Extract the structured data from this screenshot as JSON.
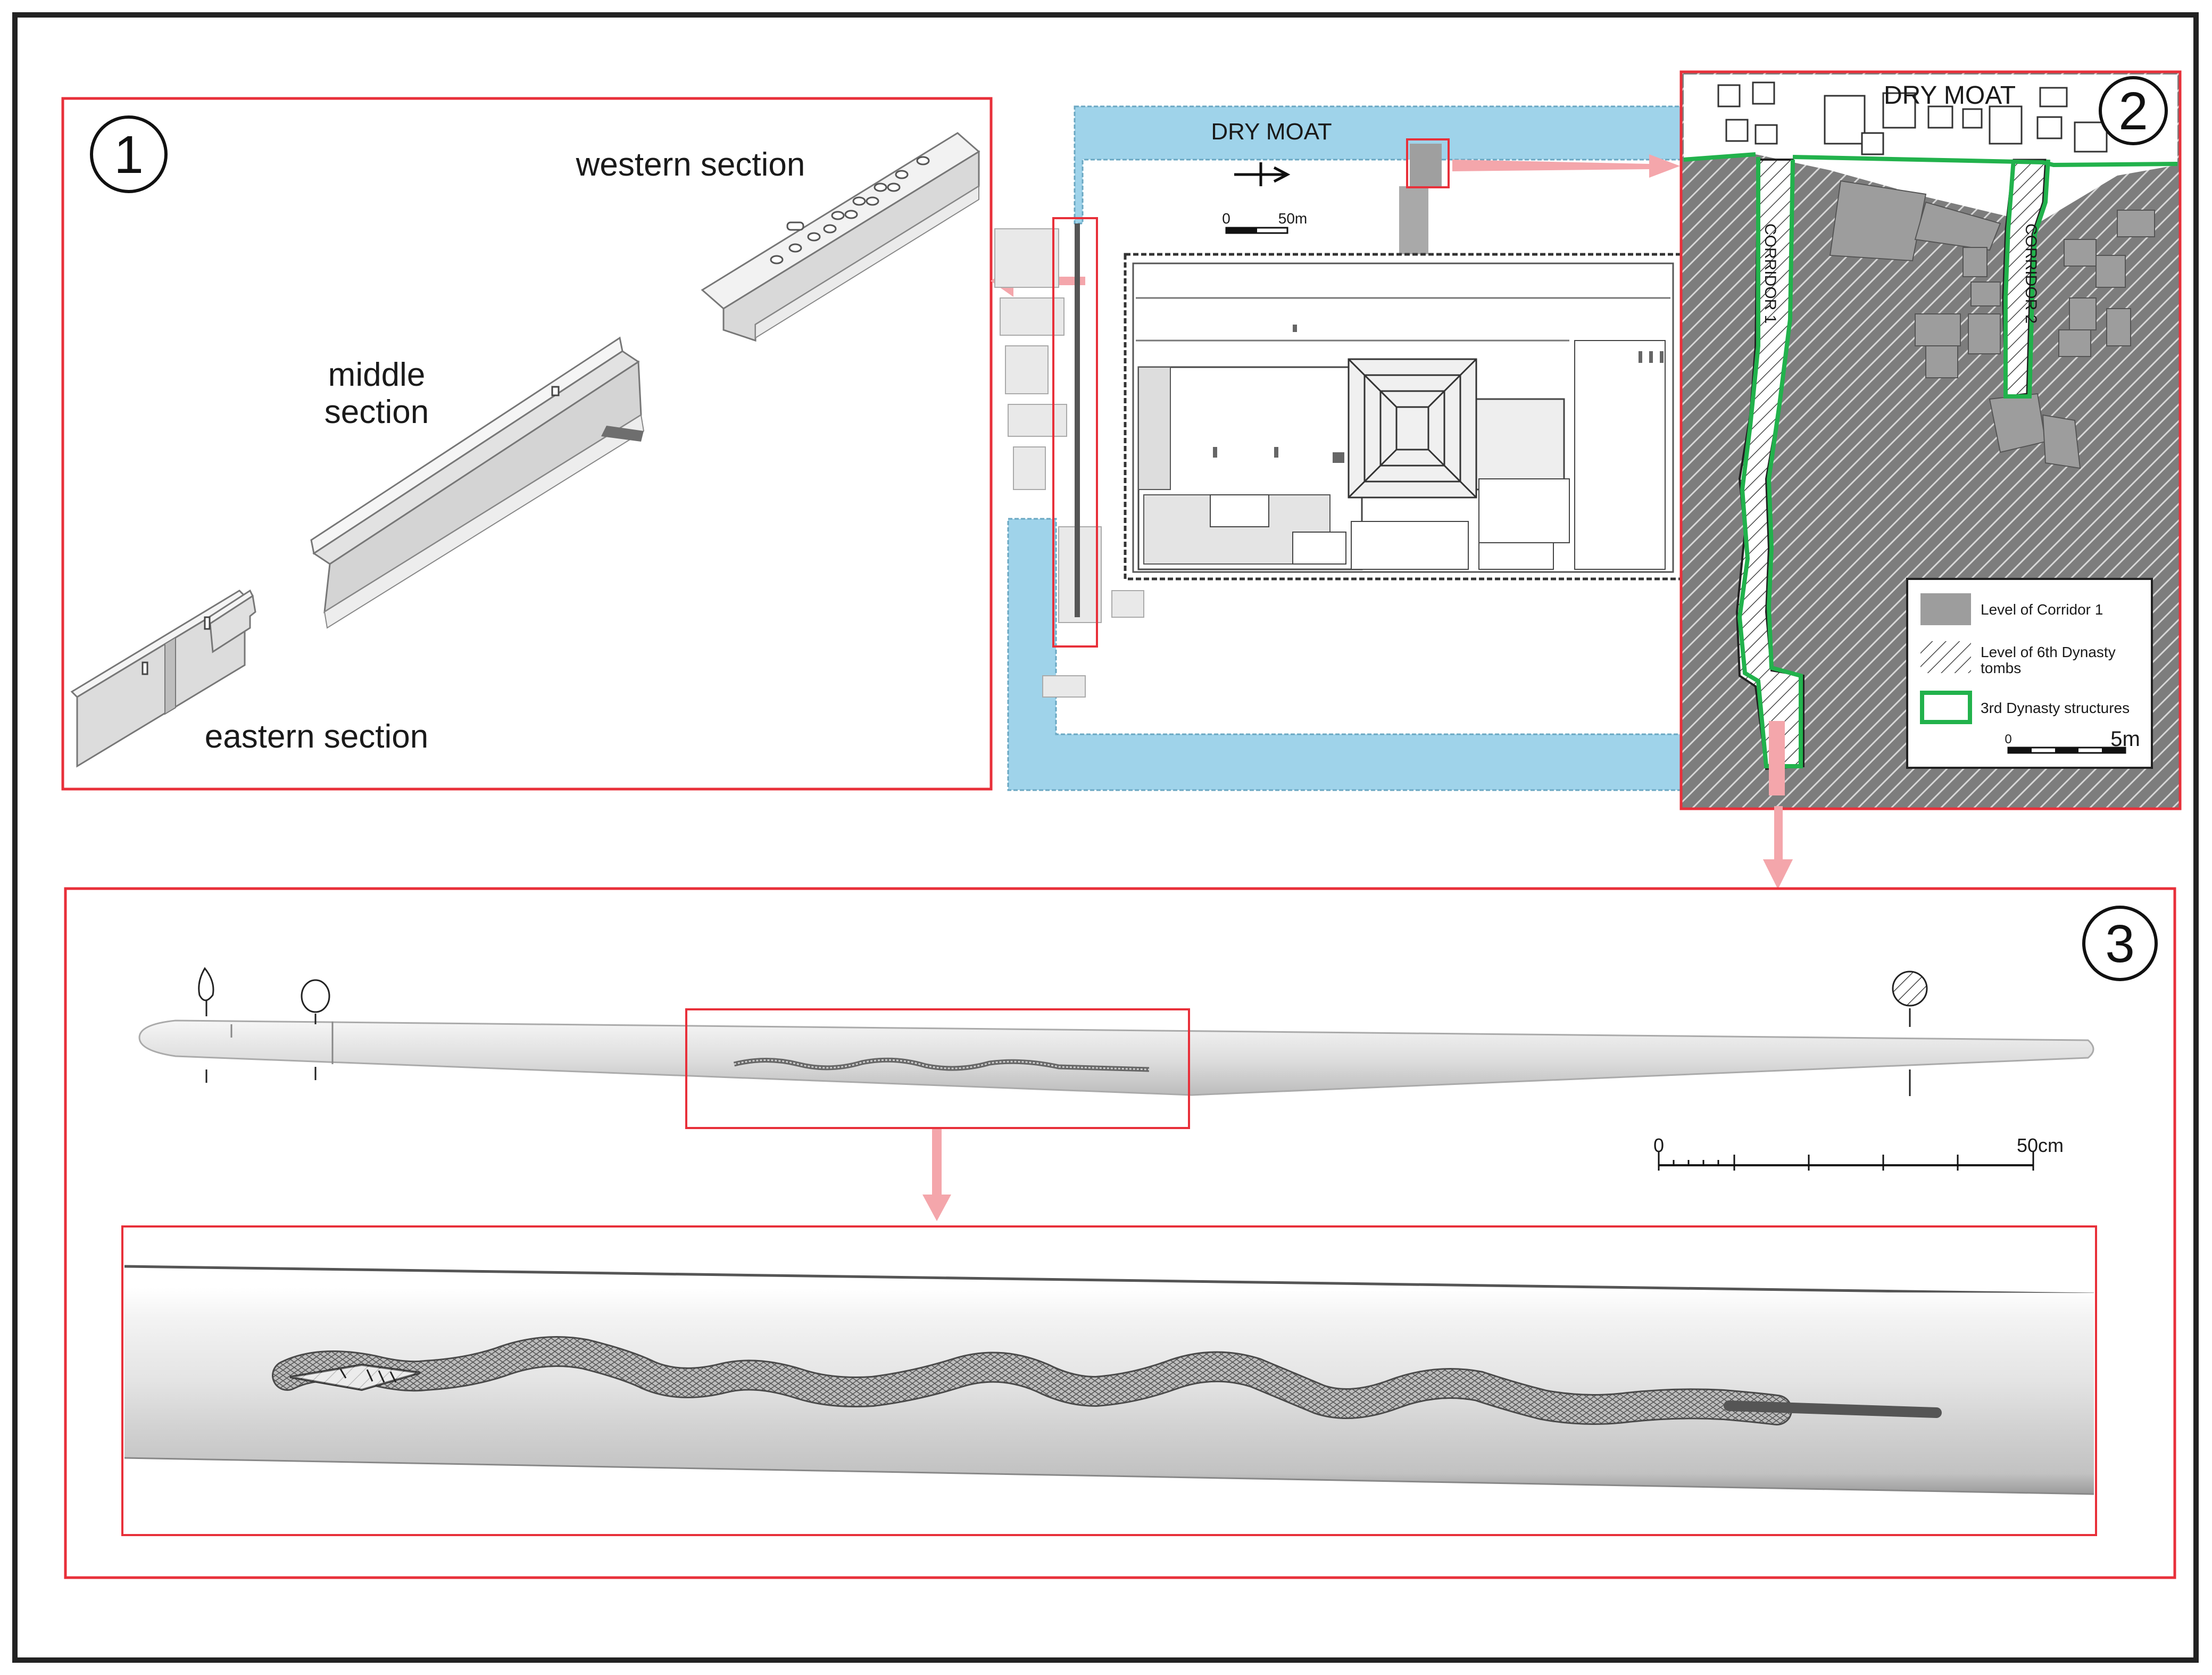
{
  "panels": [
    {
      "number": "1",
      "labels": {
        "western": "western section",
        "middle_1": "middle",
        "middle_2": "section",
        "eastern": "eastern section"
      }
    },
    {
      "number": "2",
      "title": "DRY MOAT",
      "corridor_1": "CORRIDOR 1",
      "corridor_2": "CORRIDOR 2"
    },
    {
      "number": "3"
    }
  ],
  "site_map": {
    "moat_label": "DRY MOAT",
    "scale": {
      "start": "0",
      "end": "50m"
    }
  },
  "legend": {
    "items": [
      {
        "label": "Level of Corridor 1"
      },
      {
        "label": "Level of 6th Dynasty",
        "label_2": "tombs"
      },
      {
        "label": "3rd Dynasty structures"
      }
    ],
    "scale": {
      "start": "0",
      "end": "5m"
    }
  },
  "object_scale": {
    "start": "0",
    "end": "50cm"
  },
  "colors": {
    "frame_red": "#e8303a",
    "arrow_pink": "#f4a6ab",
    "moat_blue": "#9fd3ea",
    "third_dynasty_green": "#22b24c",
    "corridor_grey": "#9d9d9d"
  }
}
